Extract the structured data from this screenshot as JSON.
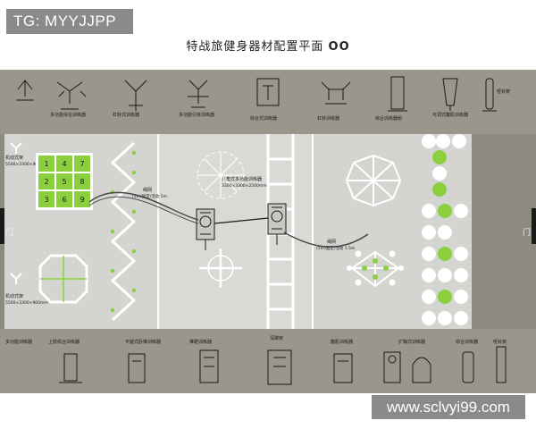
{
  "header": {
    "tag": "TG: MYYJJPP",
    "title": "特战旅健身器材配置平面",
    "title_symbol": "OO"
  },
  "plan": {
    "door_left": "门",
    "door_right": "门",
    "grid_numbers": [
      "1",
      "4",
      "7",
      "2",
      "5",
      "8",
      "3",
      "6",
      "9"
    ],
    "rope_label_left": "绳网",
    "rope_sub_left": "(5m)固定/活动 5m",
    "rope_label_right": "绳网",
    "rope_sub_right": "(5m)固定/活动 1.5m",
    "octagon_label": "八角式多功能训练器",
    "octagon_sub": "3300×3300×2500mm",
    "left_top_label": "机动式架",
    "left_top_sub": "5500×3300×900mm",
    "left_bottom_label": "机动式架",
    "left_bottom_sub": "5500×3300×900mm",
    "top_labels": [
      "多功能综合训练器",
      "杠铃式训练器",
      "多功能引体训练器",
      "综合式训练器",
      "杠铃训练器",
      "综合训练器组",
      "可调式腹肌训练器",
      "哑铃架"
    ],
    "bottom_labels": [
      "多功能训练器",
      "上肢综合训练器",
      "平腿式卧推训练器",
      "推蹬训练器",
      "深蹲架",
      "腹肌训练器",
      "扩胸式训练器",
      "综合训练器",
      "哑铃架"
    ]
  },
  "watermark": "www.sclvyi99.com",
  "colors": {
    "background": "#8f8a7f",
    "band": "#9a958a",
    "floor": "#d6d6d3",
    "green": "#8bcf3f",
    "white": "#ffffff",
    "line": "#2a2a2a"
  }
}
